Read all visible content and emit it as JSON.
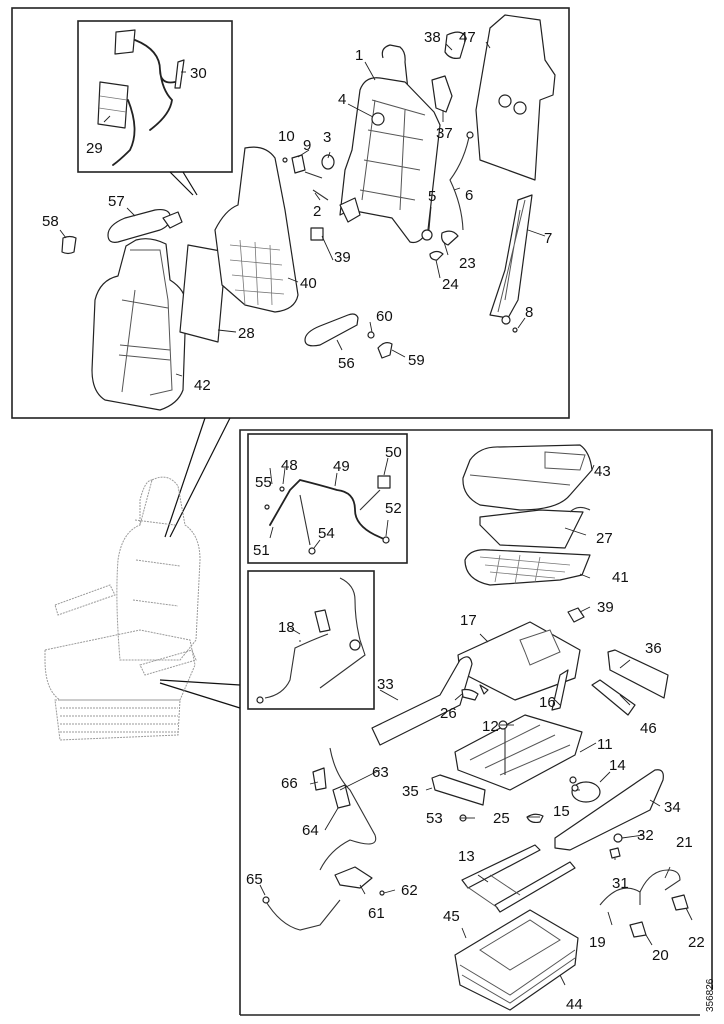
{
  "diagram": {
    "title": "Seat exploded parts diagram",
    "document_number": "356826",
    "panels": {
      "backrest": {
        "name": "backrest-group"
      },
      "cushion": {
        "name": "cushion-and-base-group"
      },
      "inset_airbag": {
        "name": "airbag-inset"
      },
      "inset_harness": {
        "name": "harness-inset"
      },
      "inset_wiring": {
        "name": "wiring-inset"
      },
      "overview": {
        "name": "complete-seat-overview"
      }
    },
    "callouts": {
      "p1": "1",
      "p2": "2",
      "p3": "3",
      "p4": "4",
      "p5": "5",
      "p6": "6",
      "p7": "7",
      "p8": "8",
      "p9": "9",
      "p10": "10",
      "p11": "11",
      "p12": "12",
      "p13": "13",
      "p14": "14",
      "p15": "15",
      "p16": "16",
      "p17": "17",
      "p18": "18",
      "p19": "19",
      "p20": "20",
      "p21": "21",
      "p22": "22",
      "p23": "23",
      "p24": "24",
      "p25": "25",
      "p26": "26",
      "p27": "27",
      "p28": "28",
      "p29": "29",
      "p30": "30",
      "p31": "31",
      "p32": "32",
      "p33": "33",
      "p34": "34",
      "p35": "35",
      "p36": "36",
      "p37": "37",
      "p38": "38",
      "p39a": "39",
      "p39b": "39",
      "p40": "40",
      "p41": "41",
      "p42": "42",
      "p43": "43",
      "p44": "44",
      "p45": "45",
      "p46": "46",
      "p47": "47",
      "p48": "48",
      "p49": "49",
      "p50": "50",
      "p51": "51",
      "p52": "52",
      "p53": "53",
      "p54": "54",
      "p55": "55",
      "p56": "56",
      "p57": "57",
      "p58": "58",
      "p59": "59",
      "p60": "60",
      "p61": "61",
      "p62": "62",
      "p63": "63",
      "p64": "64",
      "p65": "65",
      "p66": "66"
    }
  }
}
